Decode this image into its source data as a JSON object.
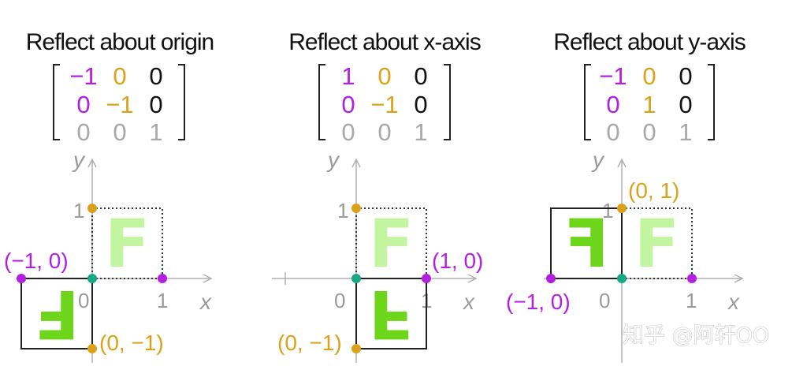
{
  "colors": {
    "purple": "#b21fe0",
    "orange": "#d9a21a",
    "gray": "#a8a8a8",
    "black": "#111111",
    "teal": "#18a883",
    "light_green": "#c3f5a0",
    "green": "#6ed61a"
  },
  "panels": [
    {
      "title": "Reflect about origin",
      "matrix": [
        [
          "−1",
          "0",
          "0"
        ],
        [
          "0",
          "−1",
          "0"
        ],
        [
          "0",
          "0",
          "1"
        ]
      ],
      "axis_x": "x",
      "axis_y": "y",
      "tick_0": "0",
      "tick_1x": "1",
      "tick_1y": "1",
      "label_a": "(−1, 0)",
      "label_b": "(0, −1)"
    },
    {
      "title": "Reflect about x-axis",
      "matrix": [
        [
          "1",
          "0",
          "0"
        ],
        [
          "0",
          "−1",
          "0"
        ],
        [
          "0",
          "0",
          "1"
        ]
      ],
      "axis_x": "x",
      "axis_y": "y",
      "tick_0": "0",
      "tick_1x": "1",
      "tick_1y": "1",
      "label_a": "(1, 0)",
      "label_b": "(0, −1)"
    },
    {
      "title": "Reflect about y-axis",
      "matrix": [
        [
          "−1",
          "0",
          "0"
        ],
        [
          "0",
          "1",
          "0"
        ],
        [
          "0",
          "0",
          "1"
        ]
      ],
      "axis_x": "x",
      "axis_y": "y",
      "tick_0": "0",
      "tick_1x": "1",
      "tick_1y": "1",
      "label_a": "(0, 1)",
      "label_b": "(−1, 0)"
    }
  ],
  "glyphs": {
    "original": "F",
    "origin_reflected": "F",
    "x_reflected": "F",
    "y_reflected": "F"
  },
  "watermark": "知乎 @阿轩OO"
}
